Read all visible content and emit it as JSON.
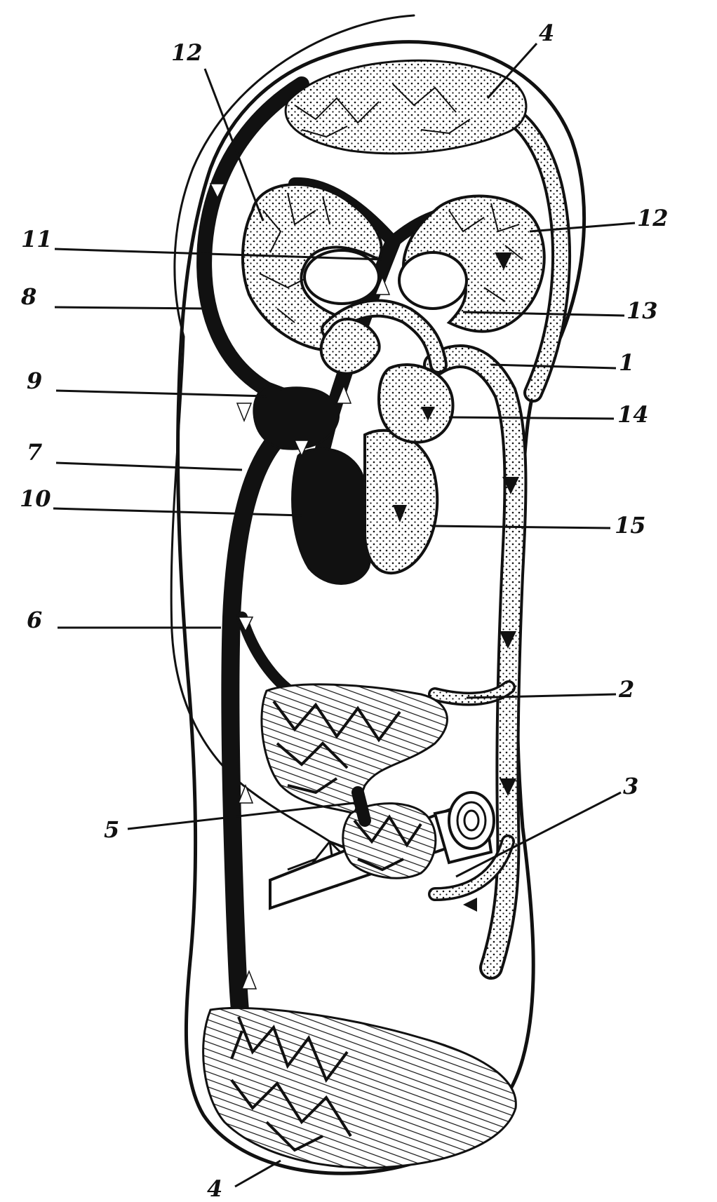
{
  "labels": {
    "l1": "1",
    "l2": "2",
    "l3": "3",
    "l4_top": "4",
    "l4_bottom": "4",
    "l5": "5",
    "l6": "6",
    "l7": "7",
    "l8": "8",
    "l9": "9",
    "l10": "10",
    "l11": "11",
    "l12_left": "12",
    "l12_right": "12",
    "l13": "13",
    "l14": "14",
    "l15": "15"
  },
  "colors": {
    "ink": "#111111",
    "paper": "#ffffff"
  }
}
